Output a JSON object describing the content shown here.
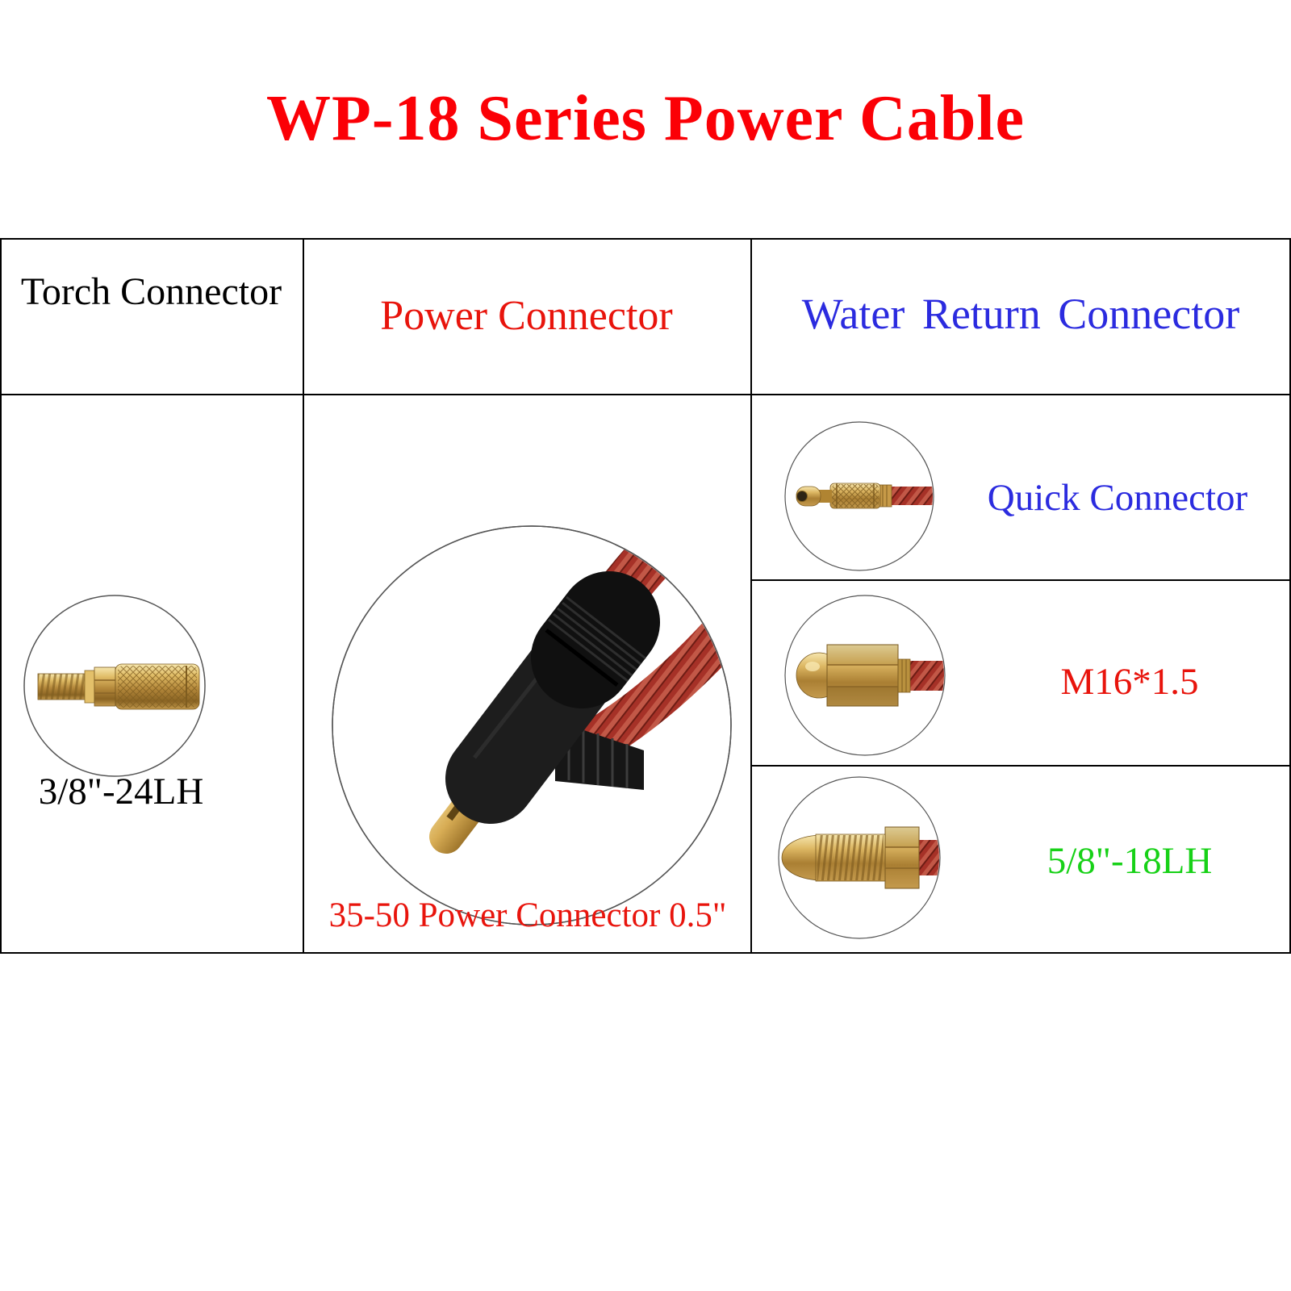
{
  "title": "WP-18 Series Power Cable",
  "colors": {
    "title_red": "#fb0006",
    "power_red": "#e8140c",
    "water_blue": "#2b2bdf",
    "green": "#17d117",
    "black": "#000000",
    "brass": "#c79a48",
    "cable_red": "#a63127"
  },
  "columns": {
    "torch": {
      "header": "Torch Connector",
      "photo": "torch-connector-photo",
      "label": "3/8\"-24LH"
    },
    "power": {
      "header": "Power Connector",
      "photo": "power-connector-photo",
      "label": "35-50 Power Connector 0.5\""
    },
    "water": {
      "header": "Water Return Connector",
      "rows": [
        {
          "photo": "quick-connector-photo",
          "label": "Quick Connector"
        },
        {
          "photo": "m16-connector-photo",
          "label": "M16*1.5"
        },
        {
          "photo": "5-8-18lh-connector-photo",
          "label": "5/8\"-18LH"
        }
      ]
    }
  }
}
